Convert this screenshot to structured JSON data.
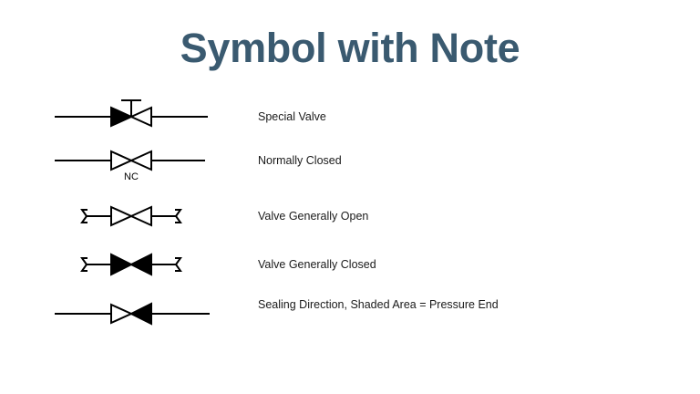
{
  "slide": {
    "title": "Symbol with Note",
    "title_color": "#3a5a70",
    "background_color": "#ffffff",
    "line_color": "#000000"
  },
  "rows": [
    {
      "id": "special-valve",
      "note": "Special Valve",
      "symbol": "valve-bowtie-left-filled-with-stem",
      "inner_label": "",
      "left_fill": "solid",
      "right_fill": "outline",
      "has_stem": true,
      "has_break_marks": false
    },
    {
      "id": "normally-closed",
      "note": "Normally Closed",
      "symbol": "valve-bowtie-outline-nc",
      "inner_label": "NC",
      "left_fill": "outline",
      "right_fill": "outline",
      "has_stem": false,
      "has_break_marks": false
    },
    {
      "id": "valve-generally-open",
      "note": " Valve Generally Open",
      "symbol": "valve-bowtie-outline-break-ends",
      "inner_label": "",
      "left_fill": "outline",
      "right_fill": "outline",
      "has_stem": false,
      "has_break_marks": true
    },
    {
      "id": "valve-generally-closed",
      "note": "Valve Generally Closed",
      "symbol": "valve-bowtie-solid-break-ends",
      "inner_label": "",
      "left_fill": "solid",
      "right_fill": "solid",
      "has_stem": false,
      "has_break_marks": true
    },
    {
      "id": "sealing-direction",
      "note": "Sealing Direction, Shaded Area = Pressure End",
      "symbol": "valve-bowtie-right-filled",
      "inner_label": "",
      "left_fill": "outline",
      "right_fill": "solid",
      "has_stem": false,
      "has_break_marks": false
    }
  ]
}
